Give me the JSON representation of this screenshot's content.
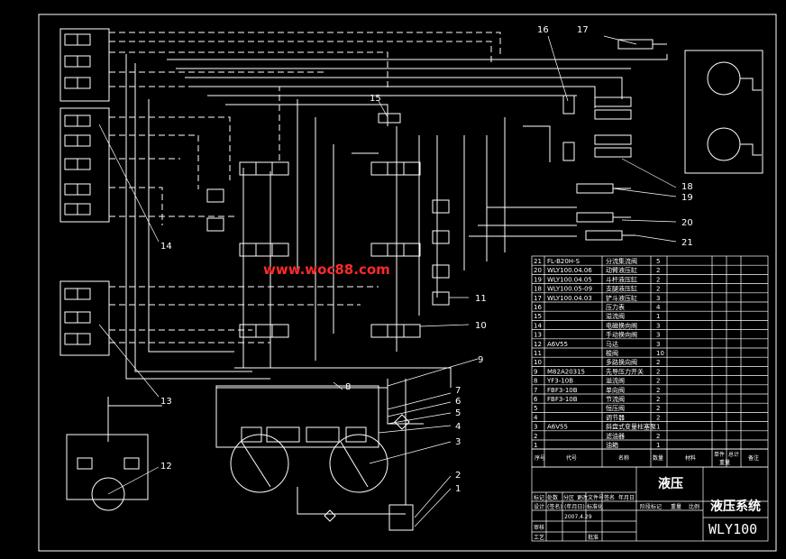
{
  "watermark": "www.woc88.com",
  "callouts": [
    "1",
    "2",
    "3",
    "4",
    "5",
    "6",
    "7",
    "8",
    "9",
    "10",
    "11",
    "12",
    "13",
    "14",
    "15",
    "16",
    "17",
    "18",
    "19",
    "20",
    "21"
  ],
  "bom_rows": [
    {
      "no": "21",
      "code": "FL-B20H-S",
      "name": "分流集流阀",
      "qty": "5"
    },
    {
      "no": "20",
      "code": "WLY100.04.06",
      "name": "动臂液压缸",
      "qty": "2"
    },
    {
      "no": "19",
      "code": "WLY100.04.05",
      "name": "斗杆液压缸",
      "qty": "2"
    },
    {
      "no": "18",
      "code": "WLY100.05-09",
      "name": "支腿液压缸",
      "qty": "2"
    },
    {
      "no": "17",
      "code": "WLY100.04.03",
      "name": "铲斗液压缸",
      "qty": "3"
    },
    {
      "no": "16",
      "code": "",
      "name": "压力表",
      "qty": "4"
    },
    {
      "no": "15",
      "code": "",
      "name": "溢流阀",
      "qty": "1"
    },
    {
      "no": "14",
      "code": "",
      "name": "电磁换向阀",
      "qty": "3"
    },
    {
      "no": "13",
      "code": "",
      "name": "手动换向阀",
      "qty": "3"
    },
    {
      "no": "12",
      "code": "A6V55",
      "name": "马达",
      "qty": "3"
    },
    {
      "no": "11",
      "code": "",
      "name": "梭阀",
      "qty": "10"
    },
    {
      "no": "10",
      "code": "",
      "name": "多路换向阀",
      "qty": "2"
    },
    {
      "no": "9",
      "code": "M82A20315",
      "name": "先导压力开关",
      "qty": "2"
    },
    {
      "no": "8",
      "code": "YF3-10B",
      "name": "溢流阀",
      "qty": "2"
    },
    {
      "no": "7",
      "code": "FBF3-10B",
      "name": "单向阀",
      "qty": "2"
    },
    {
      "no": "6",
      "code": "FBF3-10B",
      "name": "节流阀",
      "qty": "2"
    },
    {
      "no": "5",
      "code": "",
      "name": "恒压阀",
      "qty": "2"
    },
    {
      "no": "4",
      "code": "",
      "name": "调节器",
      "qty": "2"
    },
    {
      "no": "3",
      "code": "A6V55",
      "name": "斜盘式变量柱塞泵",
      "qty": "1"
    },
    {
      "no": "2",
      "code": "",
      "name": "滤油器",
      "qty": "2"
    },
    {
      "no": "1",
      "code": "",
      "name": "油箱",
      "qty": "1"
    }
  ],
  "bom_header": {
    "no": "序号",
    "code": "代号",
    "name": "名称",
    "qty": "数量",
    "material": "材料",
    "single": "单件",
    "total": "总计",
    "weight": "重量",
    "remark": "备注"
  },
  "title_block": {
    "title": "液压",
    "drawing_name": "液压系统",
    "drawing_code": "WLY100",
    "mark": "标记",
    "count": "处数",
    "zone": "分区",
    "change_doc": "更改文件号",
    "sign": "签名",
    "date": "年月日",
    "design": "设计",
    "sign_paren": "(签名)",
    "date_paren": "(年月日)",
    "standardize": "标准化",
    "stage_mark": "阶段标记",
    "weight": "重量",
    "scale": "比例",
    "check": "审核",
    "process": "工艺",
    "approve": "批准",
    "design_date": "2007.4.29"
  }
}
